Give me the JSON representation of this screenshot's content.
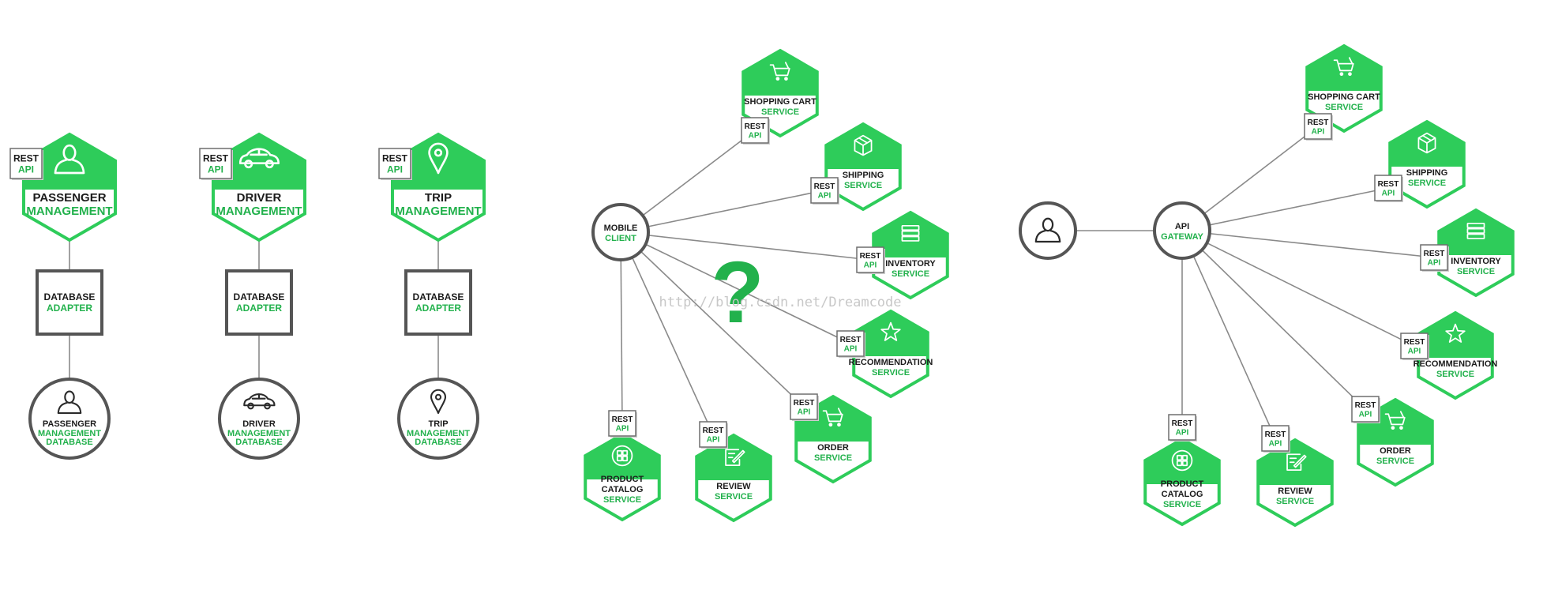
{
  "colors": {
    "accent": "#2ecc5a",
    "accent_dark": "#22b14c",
    "line": "#8a8a8a",
    "border": "#555555",
    "text": "#1b1b1b"
  },
  "rest_api": [
    "REST",
    "API"
  ],
  "question": "?",
  "watermark": "http://blog.csdn.net/Dreamcode",
  "columns": [
    {
      "id": "passenger",
      "icon": "user-icon",
      "service": [
        "PASSENGER",
        "MANAGEMENT"
      ],
      "adapter": [
        "DATABASE",
        "ADAPTER"
      ],
      "database": [
        "PASSENGER",
        "MANAGEMENT",
        "DATABASE"
      ]
    },
    {
      "id": "driver",
      "icon": "car-icon",
      "service": [
        "DRIVER",
        "MANAGEMENT"
      ],
      "adapter": [
        "DATABASE",
        "ADAPTER"
      ],
      "database": [
        "DRIVER",
        "MANAGEMENT",
        "DATABASE"
      ]
    },
    {
      "id": "trip",
      "icon": "location-pin-icon",
      "service": [
        "TRIP",
        "MANAGEMENT"
      ],
      "adapter": [
        "DATABASE",
        "ADAPTER"
      ],
      "database": [
        "TRIP",
        "MANAGEMENT",
        "DATABASE"
      ]
    }
  ],
  "mobile": {
    "hub": [
      "MOBILE",
      "CLIENT"
    ]
  },
  "gateway": {
    "client_icon": "user-icon",
    "hub": [
      "API",
      "GATEWAY"
    ]
  },
  "services": [
    {
      "id": "shopping-cart",
      "icon": "cart-icon",
      "name": [
        "SHOPPING CART"
      ],
      "suffix": "SERVICE"
    },
    {
      "id": "shipping",
      "icon": "box-icon",
      "name": [
        "SHIPPING"
      ],
      "suffix": "SERVICE"
    },
    {
      "id": "inventory",
      "icon": "stack-icon",
      "name": [
        "INVENTORY"
      ],
      "suffix": "SERVICE"
    },
    {
      "id": "recommendation",
      "icon": "star-icon",
      "name": [
        "RECOMMENDATION"
      ],
      "suffix": "SERVICE"
    },
    {
      "id": "order",
      "icon": "cart-icon",
      "name": [
        "ORDER"
      ],
      "suffix": "SERVICE"
    },
    {
      "id": "review",
      "icon": "review-icon",
      "name": [
        "REVIEW"
      ],
      "suffix": "SERVICE"
    },
    {
      "id": "product-catalog",
      "icon": "grid-icon",
      "name": [
        "PRODUCT",
        "CATALOG"
      ],
      "suffix": "SERVICE"
    }
  ]
}
